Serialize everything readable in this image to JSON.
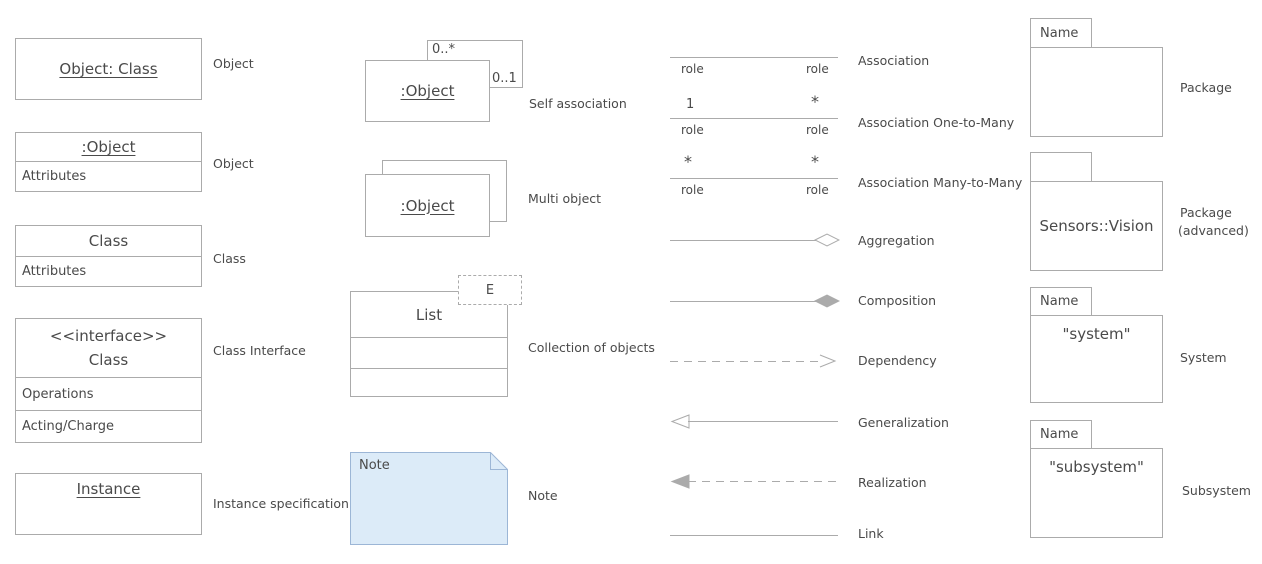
{
  "colors": {
    "border": "#ababab",
    "line": "#ababab",
    "text": "#4a4a4a",
    "note_fill": "#dcebf8",
    "note_border": "#9cb6d6"
  },
  "col1": {
    "object": {
      "title": "Object: Class",
      "label": "Object"
    },
    "object2": {
      "title": ":Object",
      "attributes": "Attributes",
      "label": "Object"
    },
    "class": {
      "title": "Class",
      "attributes": "Attributes",
      "label": "Class"
    },
    "interface": {
      "stereotype": "<<interface>>",
      "title": "Class",
      "operations": "Operations",
      "acting": "Acting/Charge",
      "label": "Class Interface"
    },
    "instance": {
      "title": "Instance",
      "label": "Instance specification"
    }
  },
  "col2": {
    "self_association": {
      "object": ":Object",
      "mult_top": "0..*",
      "mult_side": "0..1",
      "label": "Self association"
    },
    "multi_object": {
      "object": ":Object",
      "label": "Multi object"
    },
    "collection": {
      "title": "List",
      "param": "E",
      "label": "Collection of objects"
    },
    "note": {
      "text": "Note",
      "label": "Note"
    }
  },
  "col3": {
    "association": {
      "role_left": "role",
      "role_right": "role",
      "label": "Association"
    },
    "one_to_many": {
      "mult_left": "1",
      "mult_right": "*",
      "role_left": "role",
      "role_right": "role",
      "label": "Association One-to-Many"
    },
    "many_to_many": {
      "mult_left": "*",
      "mult_right": "*",
      "role_left": "role",
      "role_right": "role",
      "label": "Association Many-to-Many"
    },
    "aggregation": {
      "label": "Aggregation"
    },
    "composition": {
      "label": "Composition"
    },
    "dependency": {
      "label": "Dependency"
    },
    "generalization": {
      "label": "Generalization"
    },
    "realization": {
      "label": "Realization"
    },
    "link": {
      "label": "Link"
    }
  },
  "col4": {
    "package": {
      "tab": "Name",
      "label": "Package"
    },
    "package_advanced": {
      "name": "Sensors::Vision",
      "label1": "Package",
      "label2": "(advanced)"
    },
    "system": {
      "tab": "Name",
      "name": "\"system\"",
      "label": "System"
    },
    "subsystem": {
      "tab": "Name",
      "name": "\"subsystem\"",
      "label": "Subsystem"
    }
  }
}
